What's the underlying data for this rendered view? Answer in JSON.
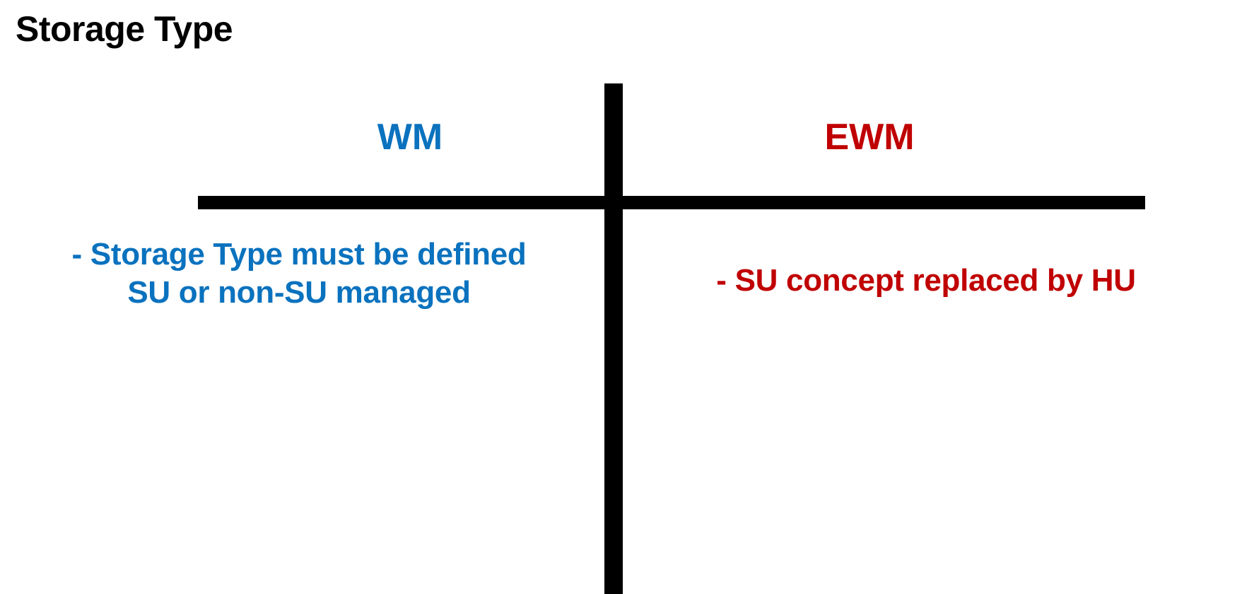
{
  "slide": {
    "title": "Storage Type",
    "background_color": "#FFFFFF"
  },
  "colors": {
    "title": "#000000",
    "divider": "#000000",
    "wm_accent": "#0A72BE",
    "ewm_accent": "#C00000"
  },
  "columns": {
    "left": {
      "header": "WM",
      "color": "#0A72BE",
      "lines": [
        "- Storage Type must be defined",
        "SU or non-SU managed"
      ]
    },
    "right": {
      "header": "EWM",
      "color": "#C00000",
      "lines": [
        "- SU concept replaced by HU"
      ]
    }
  }
}
